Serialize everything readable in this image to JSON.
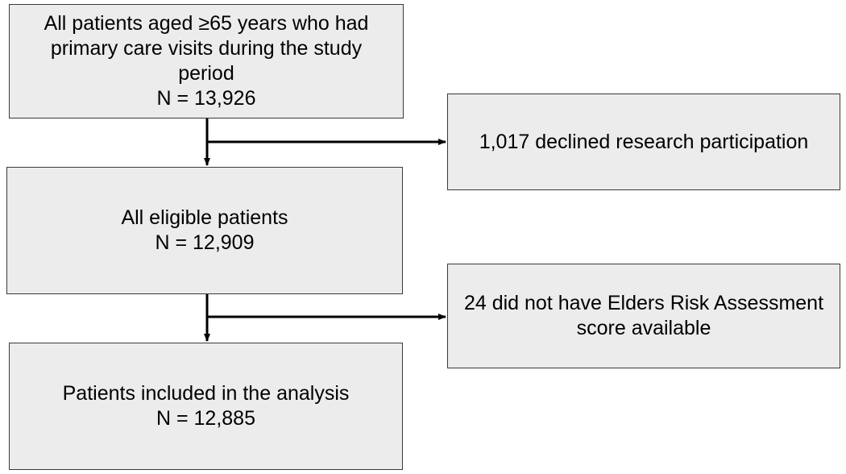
{
  "flowchart": {
    "total": {
      "line1": "All patients aged ≥65 years who had",
      "line2": "primary care visits during the study",
      "line3": "period",
      "count": "N = 13,926"
    },
    "declined": {
      "text": "1,017 declined research participation"
    },
    "eligible": {
      "label": "All eligible patients",
      "count": "N = 12,909"
    },
    "no_score": {
      "line1": "24 did not have Elders Risk Assessment",
      "line2": "score available"
    },
    "included": {
      "label": "Patients included in the analysis",
      "count": "N = 12,885"
    }
  }
}
